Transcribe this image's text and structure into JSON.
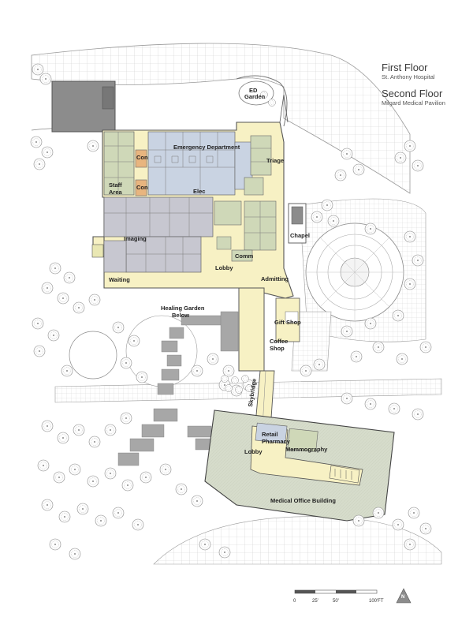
{
  "title": {
    "first_floor": "First Floor",
    "first_floor_sub": "St. Anthony Hospital",
    "second_floor": "Second Floor",
    "second_floor_sub": "Milgard Medical Pavilion"
  },
  "labels": {
    "ed_garden": "ED Garden",
    "emergency_department": "Emergency Department",
    "triage": "Triage",
    "con1": "Con",
    "con2": "Con",
    "staff_area": "Staff Area",
    "elec": "Elec",
    "chapel": "Chapel",
    "imaging": "Imaging",
    "comm": "Comm",
    "lobby": "Lobby",
    "admitting": "Admitting",
    "waiting": "Waiting",
    "healing_garden": "Healing Garden",
    "healing_garden_below": "Below",
    "gift_shop": "Gift Shop",
    "coffee_shop": "Coffee Shop",
    "skybridge": "Skybridge",
    "retail_pharmacy": "Retail Pharmacy",
    "mammography": "Mammography",
    "mob_lobby": "Lobby",
    "medical_office_building": "Medical Office Building"
  },
  "scale": {
    "t0": "0",
    "t1": "25'",
    "t2": "50'",
    "t3": "100'FT"
  },
  "north": "N",
  "colors": {
    "circulation": "#f7f1c4",
    "emergency": "#c9d3e2",
    "support": "#cfd8b8",
    "imaging": "#c7c7d0",
    "conference": "#e8b57f",
    "mob": "#d6dccb",
    "service_block": "#8c8c8c"
  }
}
